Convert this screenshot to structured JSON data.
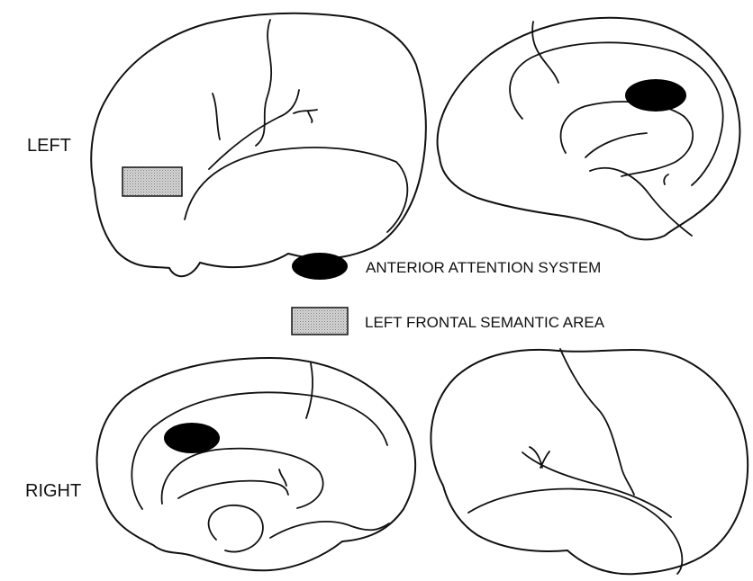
{
  "hemispheres": {
    "left_label": "LEFT",
    "right_label": "RIGHT"
  },
  "legend": {
    "attention": {
      "label": "ANTERIOR ATTENTION SYSTEM",
      "color": "#000000"
    },
    "semantic": {
      "label": "LEFT FRONTAL SEMANTIC AREA",
      "color": "#c4c4c4"
    }
  }
}
